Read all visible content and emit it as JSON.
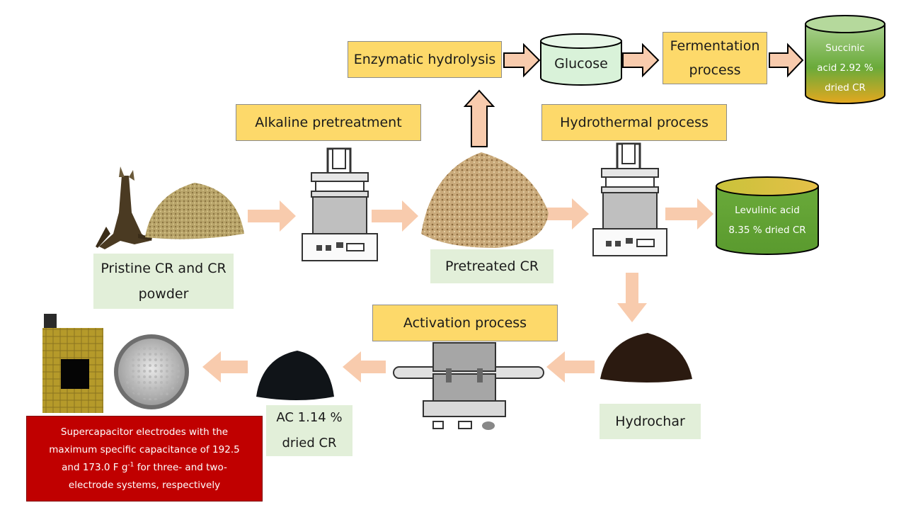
{
  "steps": {
    "enzymatic": "Enzymatic hydrolysis",
    "glucose": "Glucose",
    "fermentation_line1": "Fermentation",
    "fermentation_line2": "process",
    "succinic_line1": "Succinic",
    "succinic_line2": "acid 2.92 %",
    "succinic_line3": "dried CR",
    "alkaline": "Alkaline pretreatment",
    "hydrothermal": "Hydrothermal process",
    "levulinic_line1": "Levulinic acid",
    "levulinic_line2": "8.35 % dried CR",
    "pristine_line1": "Pristine CR and CR",
    "pristine_line2": "powder",
    "pretreated": "Pretreated CR",
    "activation": "Activation process",
    "hydrochar": "Hydrochar",
    "ac_line1": "AC 1.14 %",
    "ac_line2": "dried CR"
  },
  "result": {
    "line1": "Supercapacitor electrodes with the",
    "line2": "maximum specific capacitance of 192.5",
    "line3_before": "and 173.0 F g",
    "line3_sup": "-1",
    "line3_after": " for three- and two-",
    "line4": "electrode systems, respectively"
  },
  "colors": {
    "arrow_fill": "#f8cbad",
    "arrow_outline": "#000000",
    "label_yellow": "#fdd96a",
    "label_green": "#e2efd9",
    "glucose_cylinder": "#d9f2d9",
    "acid_cylinder_green": "#6aaa3a",
    "acid_cylinder_gold": "#e5a81f",
    "result_red": "#c00000"
  }
}
